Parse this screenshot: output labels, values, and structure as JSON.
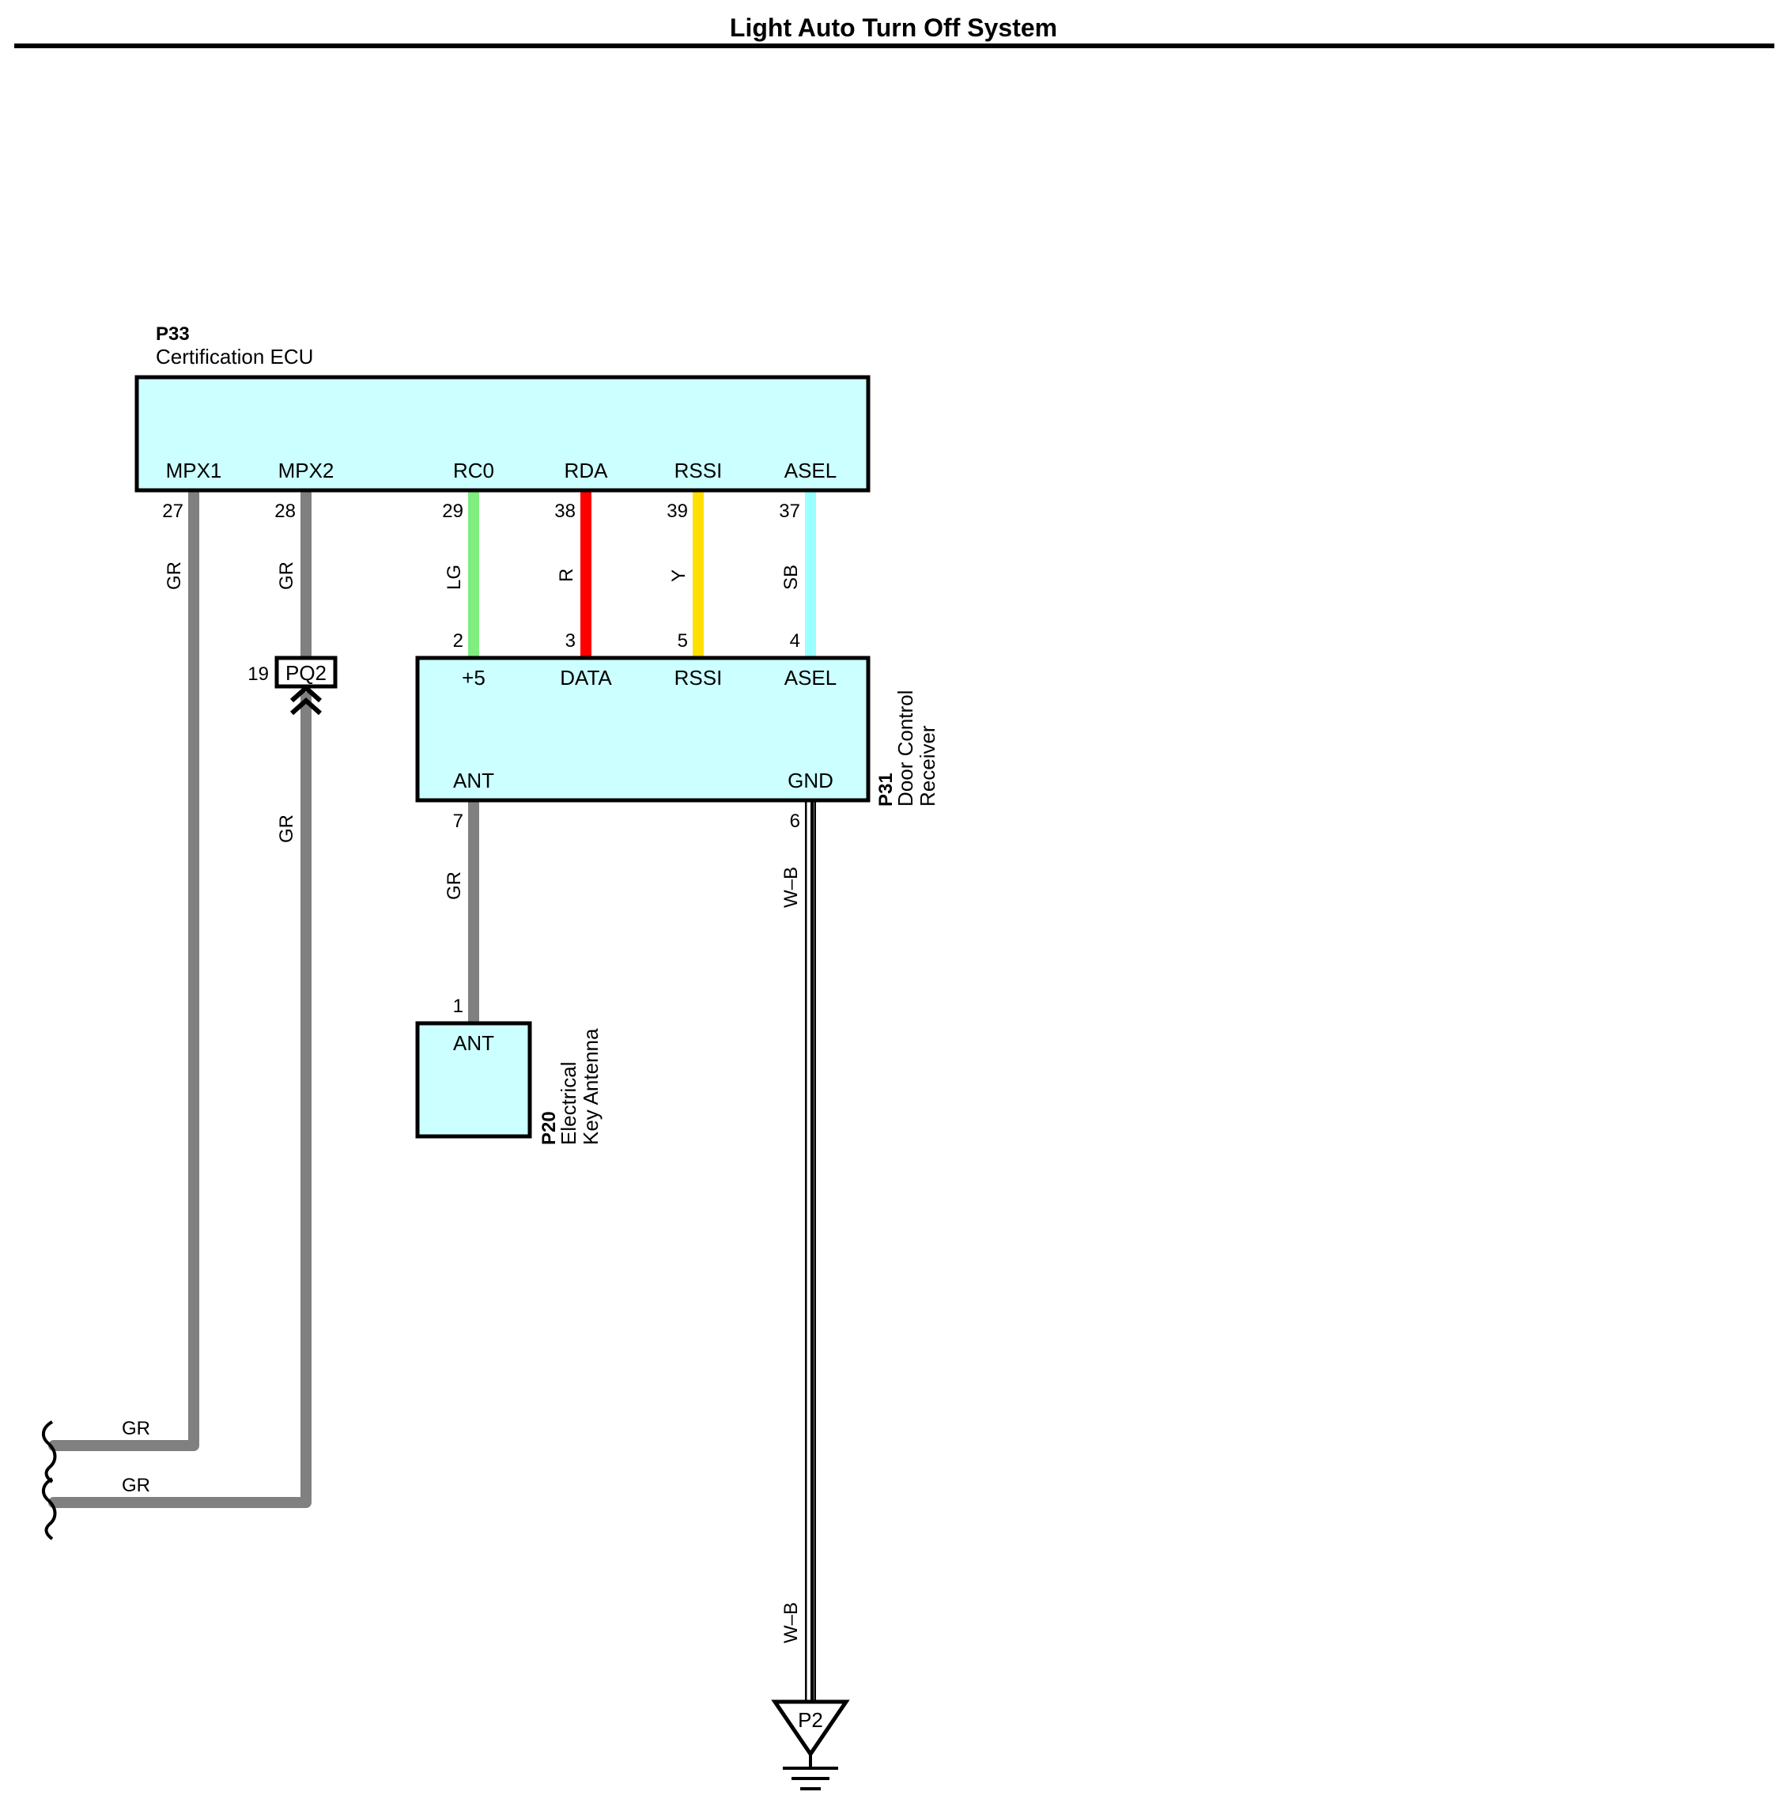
{
  "title": "Light Auto Turn Off System",
  "colors": {
    "component_fill": "#ccffff",
    "wire_GR": "#808080",
    "wire_LG": "#7fee7f",
    "wire_R": "#ff0000",
    "wire_Y": "#ffe000",
    "wire_SB": "#99ffff",
    "wire_WB": "#000000"
  },
  "components": {
    "ecu": {
      "code": "P33",
      "name": "Certification ECU",
      "pins": [
        {
          "label": "MPX1",
          "number": "27"
        },
        {
          "label": "MPX2",
          "number": "28"
        },
        {
          "label": "RC0",
          "number": "29"
        },
        {
          "label": "RDA",
          "number": "38"
        },
        {
          "label": "RSSI",
          "number": "39"
        },
        {
          "label": "ASEL",
          "number": "37"
        }
      ]
    },
    "receiver": {
      "code": "P31",
      "name_line1": "Door Control",
      "name_line2": "Receiver",
      "pins": [
        {
          "label": "+5",
          "number": "2"
        },
        {
          "label": "DATA",
          "number": "3"
        },
        {
          "label": "RSSI",
          "number": "5"
        },
        {
          "label": "ASEL",
          "number": "4"
        },
        {
          "label": "ANT",
          "number": "7"
        },
        {
          "label": "GND",
          "number": "6"
        }
      ]
    },
    "antenna": {
      "code": "P20",
      "name_line1": "Electrical",
      "name_line2": "Key Antenna",
      "pins": [
        {
          "label": "ANT",
          "number": "1"
        }
      ]
    },
    "inline_connector": {
      "code": "PQ2",
      "pin": "19"
    },
    "ground": {
      "code": "P2"
    }
  },
  "wire_codes": {
    "mpx1": "GR",
    "mpx2_upper": "GR",
    "mpx2_lower": "GR",
    "rc0": "LG",
    "rda": "R",
    "rssi": "Y",
    "asel": "SB",
    "ant": "GR",
    "gnd_upper": "W–B",
    "gnd_lower": "W–B",
    "bus1": "GR",
    "bus2": "GR"
  }
}
